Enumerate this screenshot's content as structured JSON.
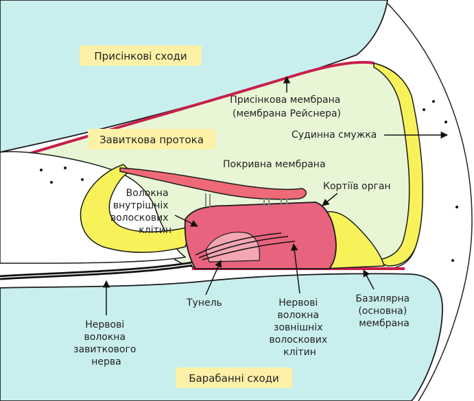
{
  "colors": {
    "fluid_blue": "#c9eeee",
    "duct_green": "#e9f6d6",
    "membrane_red": "#c81e4a",
    "organ_pink": "#e8637d",
    "tectorial": "#ee6a76",
    "cells_yellow": "#f7f25a",
    "label_box": "#fdf1a7",
    "nerve_black": "#111111",
    "outline": "#1a1a1a"
  },
  "regions": {
    "scala_vestibuli": "Присінкові сходи",
    "cochlear_duct": "Завиткова протока",
    "scala_tympani": "Барабанні сходи"
  },
  "labels": {
    "reissner": [
      "Присінкова мембрана",
      "(мембрана Рейснера)"
    ],
    "stria": [
      "Судинна смужка"
    ],
    "tectorial": [
      "Покривна мембрана"
    ],
    "corti": [
      "Кортіїв орган"
    ],
    "inner_fibers": [
      "Волокна",
      "внутрішніх",
      "волоскових",
      "клітин"
    ],
    "tunnel": [
      "Тунель"
    ],
    "outer_fibers": [
      "Нервові",
      "волокна",
      "зовнішніх",
      "волоскових",
      "клітин"
    ],
    "basilar": [
      "Базилярна",
      "(основна)",
      "мембрана"
    ],
    "cochlear_nerve": [
      "Нервові",
      "волокна",
      "завиткового",
      "нерва"
    ]
  },
  "icons": [
    "arrow-pointer"
  ]
}
